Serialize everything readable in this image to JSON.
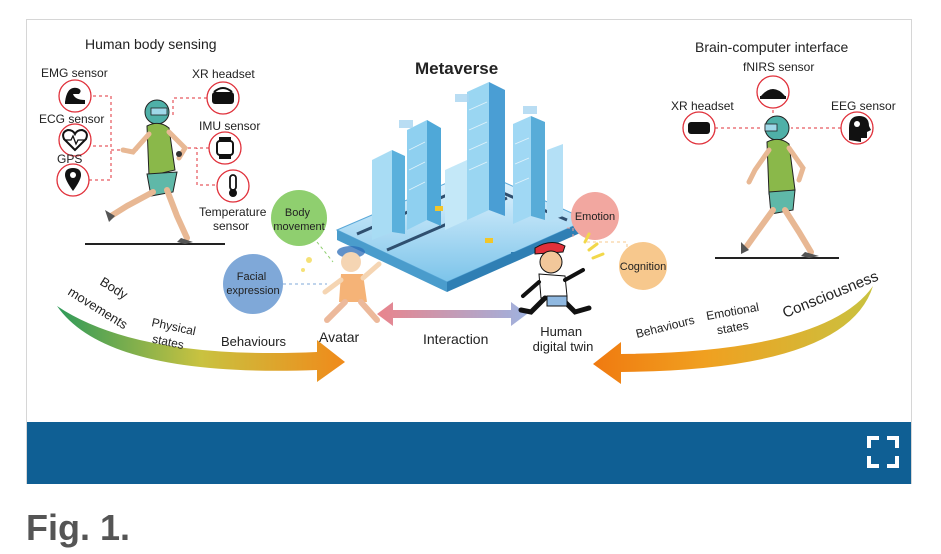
{
  "left_section": {
    "title": "Human body sensing",
    "sensors": {
      "emg": "EMG sensor",
      "ecg": "ECG sensor",
      "gps": "GPS",
      "xr": "XR headset",
      "imu": "IMU sensor",
      "temp_line1": "Temperature",
      "temp_line2": "sensor"
    },
    "arrow_labels": {
      "body_line1": "Body",
      "body_line2": "movements",
      "physical_line1": "Physical",
      "physical_line2": "states",
      "behaviours": "Behaviours"
    }
  },
  "center_section": {
    "title": "Metaverse",
    "body_movement_line1": "Body",
    "body_movement_line2": "movement",
    "facial_line1": "Facial",
    "facial_line2": "expression",
    "avatar": "Avatar",
    "interaction": "Interaction",
    "emotion": "Emotion",
    "cognition": "Cognition",
    "twin_line1": "Human",
    "twin_line2": "digital twin"
  },
  "right_section": {
    "title": "Brain-computer interface",
    "fnirs": "fNIRS sensor",
    "xr": "XR headset",
    "eeg": "EEG sensor",
    "arrow_labels": {
      "behaviours": "Behaviours",
      "emotional_line1": "Emotional",
      "emotional_line2": "states",
      "consciousness": "Consciousness"
    }
  },
  "caption": "Fig. 1.",
  "colors": {
    "bar": "#0f5f94",
    "accent_red": "#e0303a",
    "body_movement_bubble": "#8fcf6f",
    "facial_bubble": "#7fa8d8",
    "emotion_bubble": "#f2a7a0",
    "cognition_bubble": "#f7c88d"
  },
  "icons": {
    "expand": "expand-icon"
  }
}
